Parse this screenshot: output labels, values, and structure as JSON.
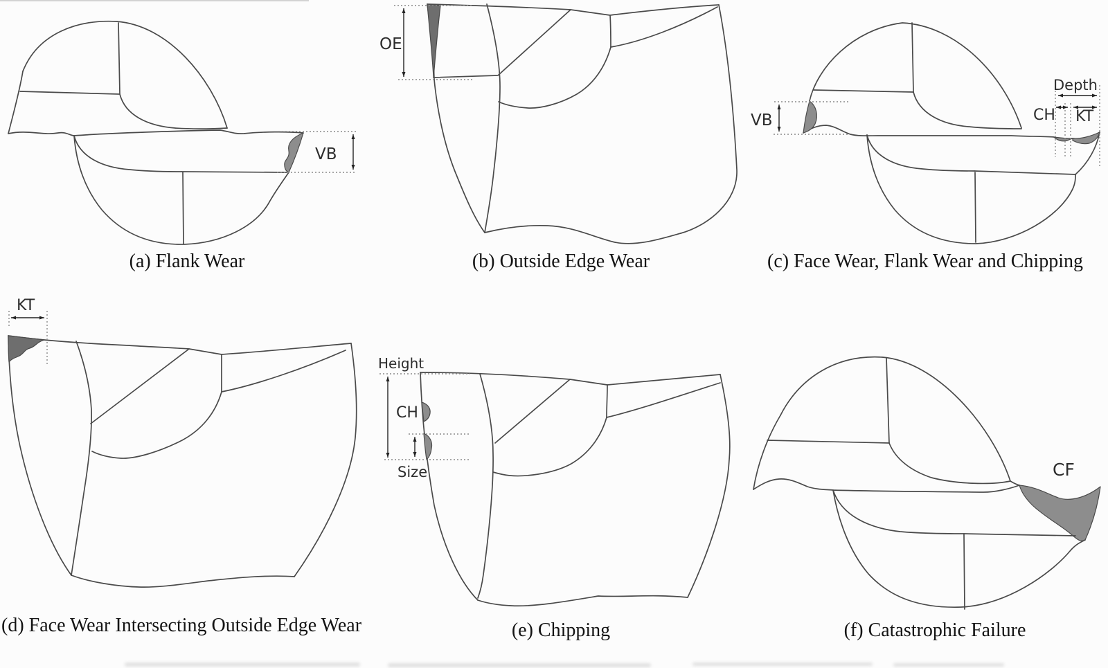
{
  "figure": {
    "panels": [
      {
        "id": "a",
        "caption": "(a) Flank Wear",
        "labels": {
          "vb": "VB"
        }
      },
      {
        "id": "b",
        "caption": "(b) Outside Edge Wear",
        "labels": {
          "oe": "OE"
        }
      },
      {
        "id": "c",
        "caption": "(c) Face Wear, Flank Wear and Chipping",
        "labels": {
          "vb": "VB",
          "depth": "Depth",
          "ch": "CH",
          "kt": "KT"
        }
      },
      {
        "id": "d",
        "caption": "(d) Face Wear Intersecting Outside Edge Wear",
        "labels": {
          "kt": "KT"
        }
      },
      {
        "id": "e",
        "caption": "(e) Chipping",
        "labels": {
          "height": "Height",
          "ch": "CH",
          "size": "Size"
        }
      },
      {
        "id": "f",
        "caption": "(f) Catastrophic Failure",
        "labels": {
          "cf": "CF"
        }
      }
    ],
    "colors": {
      "line": "#4a4a4a",
      "wear_fill": "#8d8d8d",
      "background": "#fcfcfc"
    }
  }
}
